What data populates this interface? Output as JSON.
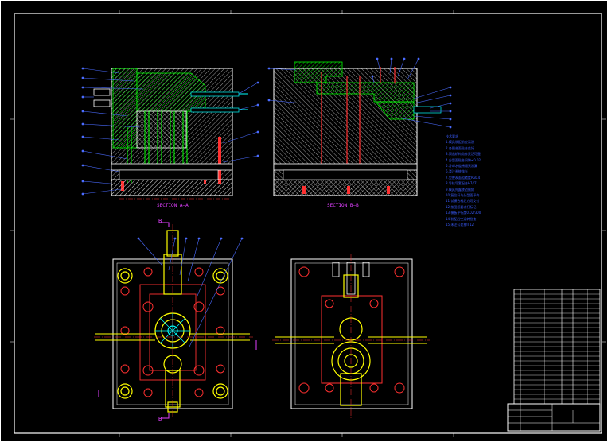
{
  "drawing": {
    "section_labels": {
      "aa": "SECTION A—A",
      "bb": "SECTION B—B"
    },
    "cut_labels": {
      "b_top": "B",
      "b_bottom": "B"
    },
    "notes_title": "技术要求",
    "note_lines": [
      "1.模具装配前应清洗",
      "2.各配合面贴合良好",
      "3.顶出机构动作灵活可靠",
      "4.分型面贴合间隙≤0.02",
      "5.冷却水道畅通无渗漏",
      "6.浇注系统抛光",
      "7.型腔表面粗糙度Ra0.4",
      "8.导柱导套配合H7/f7",
      "9.模具外露棱边倒角",
      "10.复位杆与分型面平齐",
      "11.试模合格后方可交付",
      "12.按图纸要求打标记",
      "13.模板平行度0.02/300",
      "14.装配后空运转检查",
      "15.未注公差按IT12"
    ]
  },
  "colors": {
    "background": "#000000",
    "frame": "#ffffff",
    "outline": "#ffffff",
    "hatch_green": "#00ff00",
    "dim_cyan": "#00ffff",
    "leader_blue": "#4a6bff",
    "pin_red": "#ff3030",
    "part_yellow": "#ffff00",
    "label_magenta": "#e040ff",
    "note_blue": "#3a5cff"
  }
}
